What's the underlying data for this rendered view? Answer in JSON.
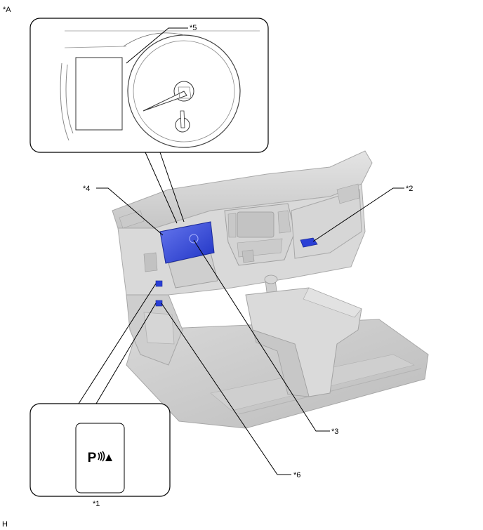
{
  "figure": {
    "view_label": "*A",
    "corner_label": "H"
  },
  "callouts": [
    {
      "id": "1",
      "text": "*1",
      "part": "parking-sensor-switch"
    },
    {
      "id": "2",
      "text": "*2",
      "part": "passenger-side-unit"
    },
    {
      "id": "3",
      "text": "*3",
      "part": "combination-meter-center"
    },
    {
      "id": "4",
      "text": "*4",
      "part": "combination-meter"
    },
    {
      "id": "5",
      "text": "*5",
      "part": "meter-detail-indicator"
    },
    {
      "id": "6",
      "text": "*6",
      "part": "lower-dash-switch"
    }
  ],
  "switch_icon": {
    "text": "P",
    "icon": "parking-sensor-waves-icon"
  },
  "colors": {
    "highlight": "#2a3fd6",
    "highlight_light": "#6e80f0",
    "line": "#000000",
    "dash_gray": "#bdbdbd"
  }
}
